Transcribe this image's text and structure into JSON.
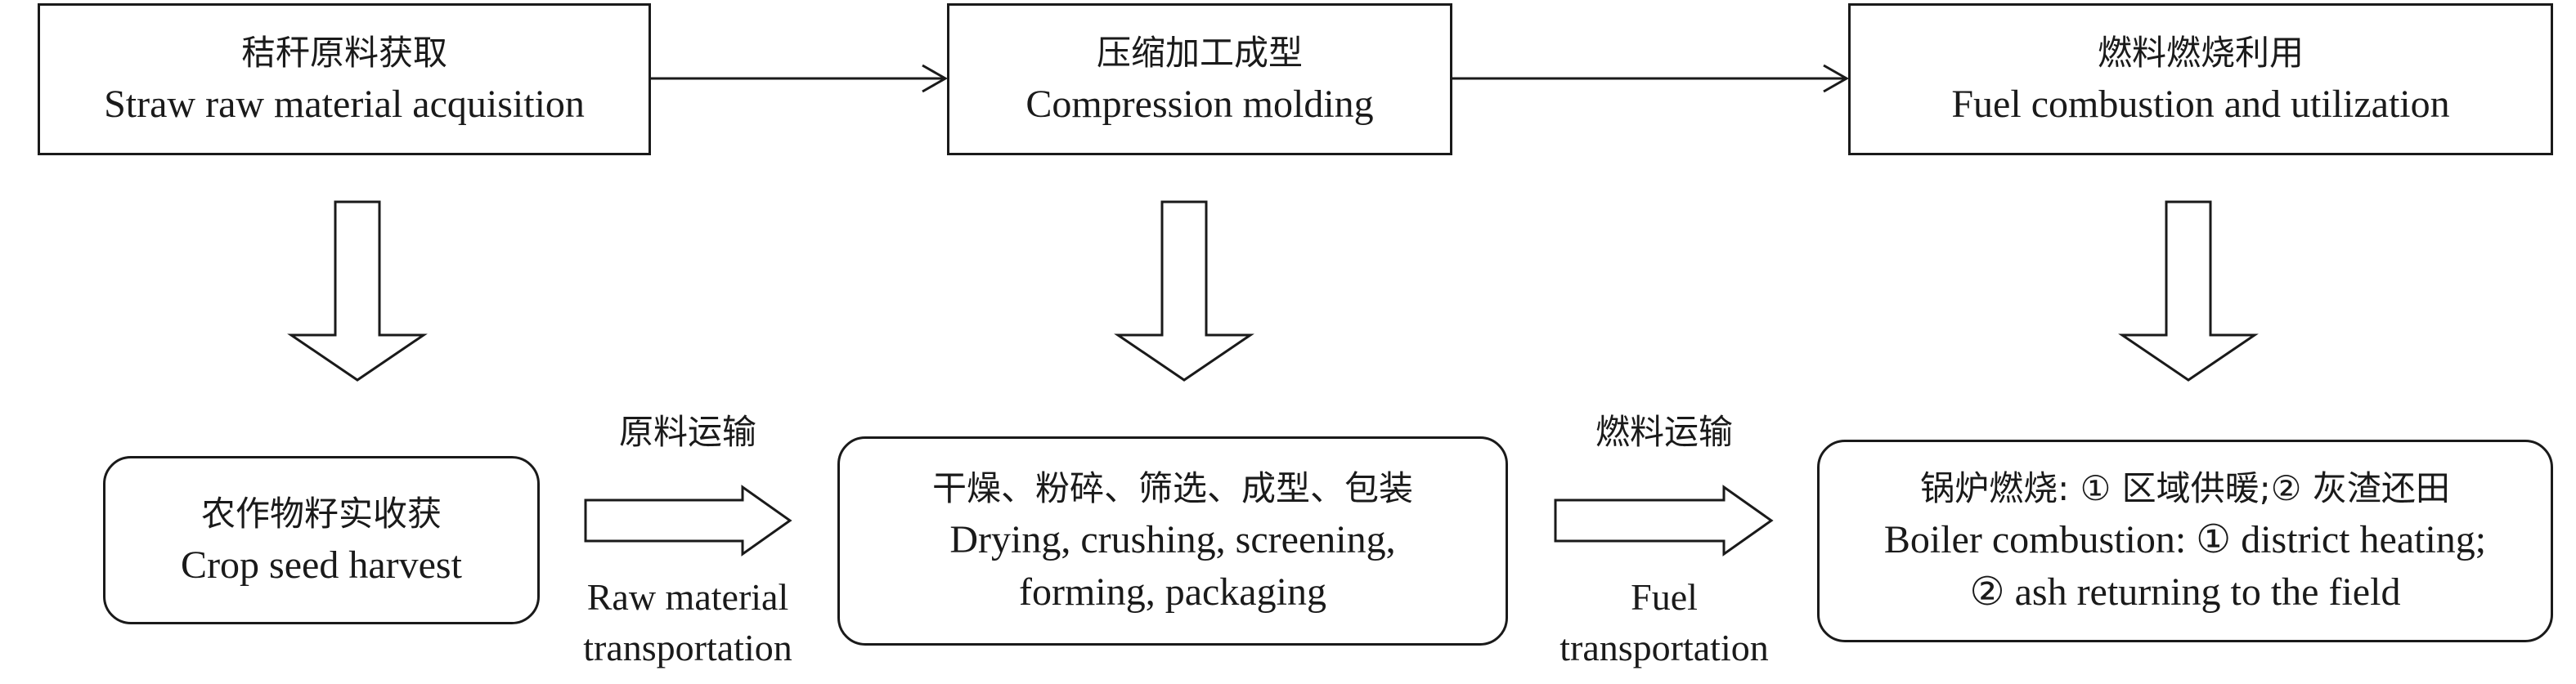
{
  "stages": [
    {
      "zh": "秸秆原料获取",
      "en": "Straw raw material acquisition"
    },
    {
      "zh": "压缩加工成型",
      "en": "Compression molding"
    },
    {
      "zh": "燃料燃烧利用",
      "en": "Fuel combustion and utilization"
    }
  ],
  "details": [
    {
      "zh": "农作物籽实收获",
      "en": [
        "Crop seed harvest"
      ]
    },
    {
      "zh": "干燥、粉碎、筛选、成型、包装",
      "en": [
        "Drying, crushing, screening,",
        "forming, packaging"
      ]
    },
    {
      "zh": "锅炉燃烧: ① 区域供暖;② 灰渣还田",
      "en": [
        "Boiler combustion: ① district heating;",
        "② ash returning to the field"
      ]
    }
  ],
  "transports": [
    {
      "zh": "原料运输",
      "en": [
        "Raw material",
        "transportation"
      ]
    },
    {
      "zh": "燃料运输",
      "en": [
        "Fuel",
        "transportation"
      ]
    }
  ]
}
